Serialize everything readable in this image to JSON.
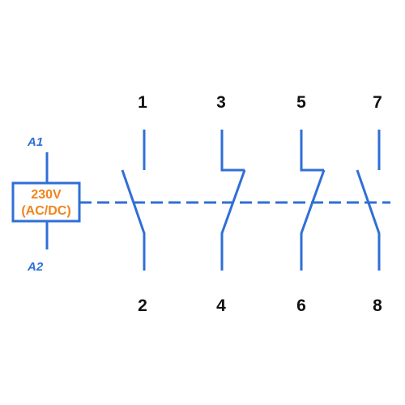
{
  "colors": {
    "wire": "#2f6fd6",
    "coil_text": "#f0841c",
    "terminal_text": "#111111"
  },
  "coil": {
    "terminal_top": "A1",
    "terminal_bottom": "A2",
    "voltage_line1": "230V",
    "voltage_line2": "(AC/DC)"
  },
  "contacts": [
    {
      "type": "NO",
      "top_terminal": "1",
      "bottom_terminal": "2"
    },
    {
      "type": "NC",
      "top_terminal": "3",
      "bottom_terminal": "4"
    },
    {
      "type": "NC",
      "top_terminal": "5",
      "bottom_terminal": "6"
    },
    {
      "type": "NO",
      "top_terminal": "7",
      "bottom_terminal": "8"
    }
  ]
}
